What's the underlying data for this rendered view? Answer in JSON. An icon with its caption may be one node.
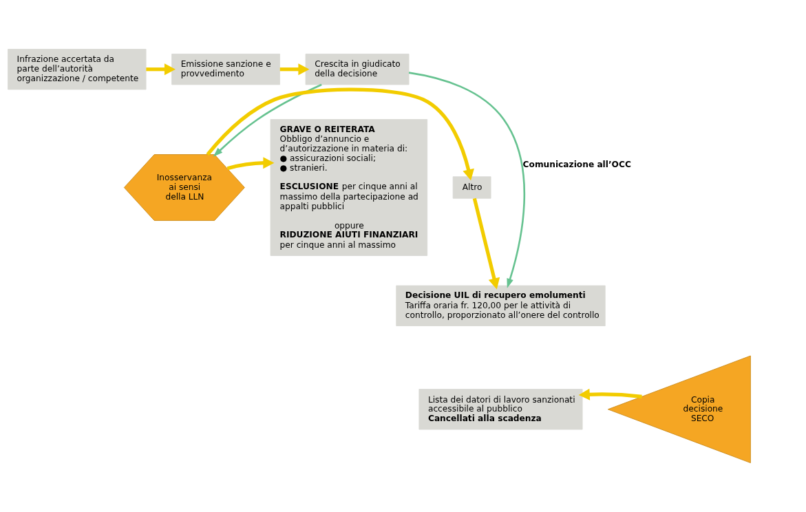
{
  "diagram": {
    "nodes": [
      {
        "text": [
          "Infrazione accertata da parte dell’autorità organizzazione / competente"
        ]
      },
      {
        "text": [
          "Emissione sanzione e provvedimento"
        ]
      },
      {
        "text": [
          "Crescita in giudicato della decisione"
        ]
      },
      {
        "text": [
          "Inosservanza ai sensi della LLN"
        ]
      },
      {
        "text": [
          "Altro"
        ]
      },
      {
        "text": [
          "GRAVE O REITERATA",
          "Obbligo d’annuncio e d’autorizzazione in materia di:",
          "● assicurazioni sociali;",
          "● stranieri.",
          "**ESCLUSIONE** per cinque anni al massimo della partecipazione ad appalti pubblici",
          "oppure",
          "RIDUZIONE AIUTI FINANZIARI",
          "per cinque anni al massimo"
        ]
      },
      {
        "text": [
          "Decisione UIL di recupero emolumenti",
          "Tariffa oraria fr. 120,00 per le attività di controllo, proporzionato all’onere del controllo"
        ]
      },
      {
        "text": [
          "Copia decisione SECO"
        ]
      },
      {
        "text": [
          "Lista dei datori di lavoro sanzionati accessibile al pubblico",
          "Cancellati alla scadenza"
        ]
      }
    ],
    "edges": [
      {
        "from": 0,
        "to": 1,
        "arrow": "to"
      },
      {
        "from": 1,
        "to": 2,
        "arrow": "to"
      },
      {
        "from": 2,
        "to": 3,
        "arrow": "to",
        "color": "#66c290"
      },
      {
        "from": 3,
        "to": 4,
        "arrow": "to"
      },
      {
        "from": 3,
        "to": 5,
        "arrow": "to"
      },
      {
        "from": 4,
        "to": 6,
        "arrow": "to"
      },
      {
        "from": 2,
        "to": 6,
        "arrow": "to",
        "color": "#66c290",
        "label": "Comunicazione all’OCC"
      },
      {
        "from": 7,
        "to": 8,
        "arrow": "to"
      }
    ]
  }
}
